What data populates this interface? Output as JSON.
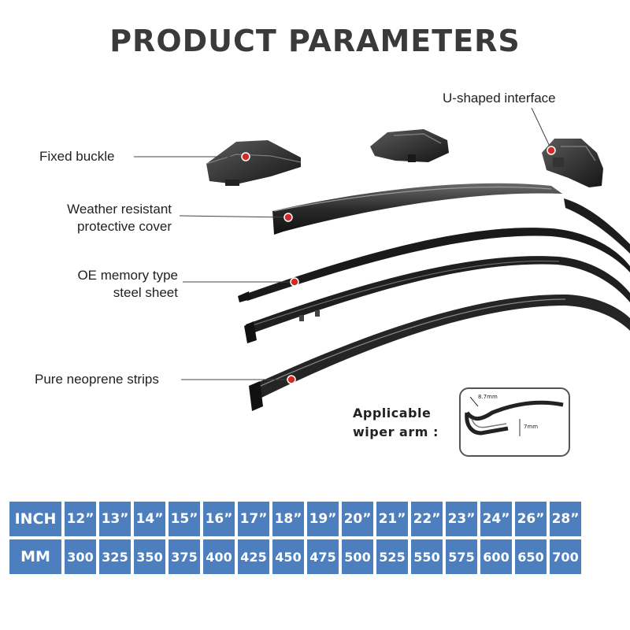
{
  "title": "PRODUCT PARAMETERS",
  "labels": {
    "fixed_buckle": "Fixed buckle",
    "u_interface": "U-shaped interface",
    "cover_line1": "Weather resistant",
    "cover_line2": "protective cover",
    "steel_line1": "OE memory type",
    "steel_line2": "steel sheet",
    "strips": "Pure neoprene strips"
  },
  "wiper_arm": {
    "label_line1": "Applicable",
    "label_line2": "wiper arm :",
    "dim_width": "8.7mm",
    "dim_height": "7mm"
  },
  "colors": {
    "marker": "#d42a2a",
    "table_cell": "#4d7fbf",
    "title": "#3a3a3a"
  },
  "size_table": {
    "inch_header": "INCH",
    "mm_header": "MM",
    "inch": [
      "12”",
      "13”",
      "14”",
      "15”",
      "16”",
      "17”",
      "18”",
      "19”",
      "20”",
      "21”",
      "22”",
      "23”",
      "24”",
      "26”",
      "28”"
    ],
    "mm": [
      "300",
      "325",
      "350",
      "375",
      "400",
      "425",
      "450",
      "475",
      "500",
      "525",
      "550",
      "575",
      "600",
      "650",
      "700"
    ]
  }
}
